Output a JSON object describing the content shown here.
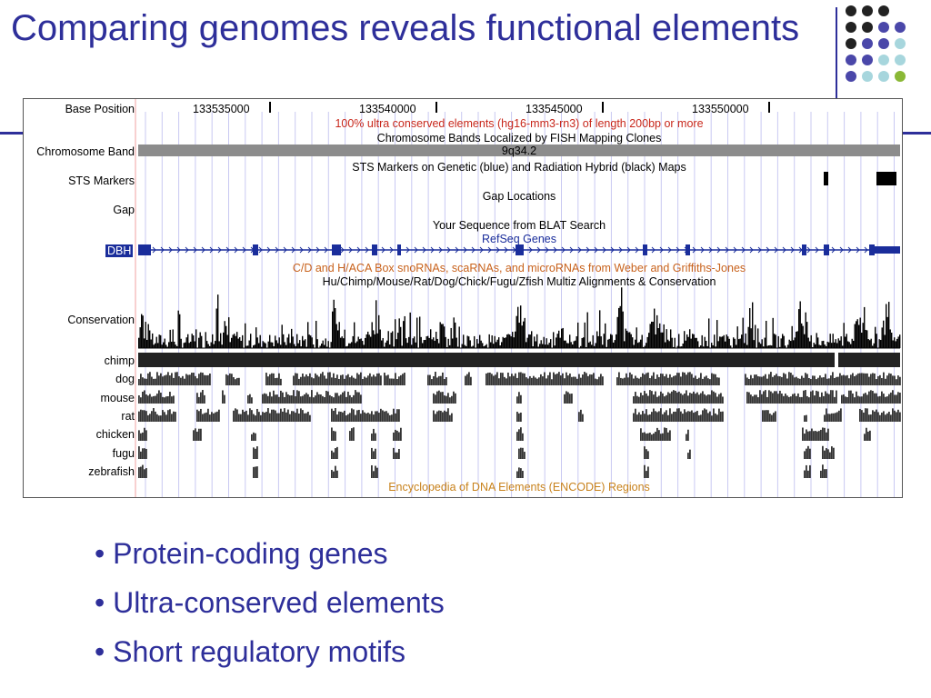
{
  "slide": {
    "title": "Comparing genomes reveals functional elements",
    "bullets": [
      "• Protein-coding genes",
      "• Ultra-conserved elements",
      "• Short regulatory motifs"
    ]
  },
  "colors": {
    "title": "#2e2f9a",
    "gene": "#1a2d9b",
    "ultra_text": "#c8281c",
    "snorna_text": "#c8621c",
    "encode_text": "#c8821c",
    "band": "#8c8c8c",
    "dots": [
      "#222222",
      "#4a47a9",
      "#a7d6dd",
      "#8ab836"
    ]
  },
  "browser": {
    "labels": {
      "base_position": "Base Position",
      "chromosome_band": "Chromosome Band",
      "sts_markers": "STS Markers",
      "gap": "Gap",
      "gene": "DBH",
      "conservation": "Conservation",
      "species": [
        "chimp",
        "dog",
        "mouse",
        "rat",
        "chicken",
        "fugu",
        "zebrafish"
      ]
    },
    "coordinates": [
      "133535000",
      "133540000",
      "133545000",
      "133550000"
    ],
    "track_titles": {
      "ultra": "100% ultra conserved elements (hg16-mm3-rn3) of length 200bp or more",
      "bands": "Chromosome Bands Localized by FISH Mapping Clones",
      "band_name": "9q34.2",
      "sts": "STS Markers on Genetic (blue) and Radiation Hybrid (black) Maps",
      "gap": "Gap Locations",
      "blat": "Your Sequence from BLAT Search",
      "refseq": "RefSeq Genes",
      "snorna": "C/D and H/ACA Box snoRNAs, scaRNAs, and microRNAs from Weber and Griffiths-Jones",
      "multiz": "Hu/Chimp/Mouse/Rat/Dog/Chick/Fugu/Zfish Multiz Alignments & Conservation",
      "encode": "Encyclopedia of DNA Elements (ENCODE) Regions"
    }
  }
}
